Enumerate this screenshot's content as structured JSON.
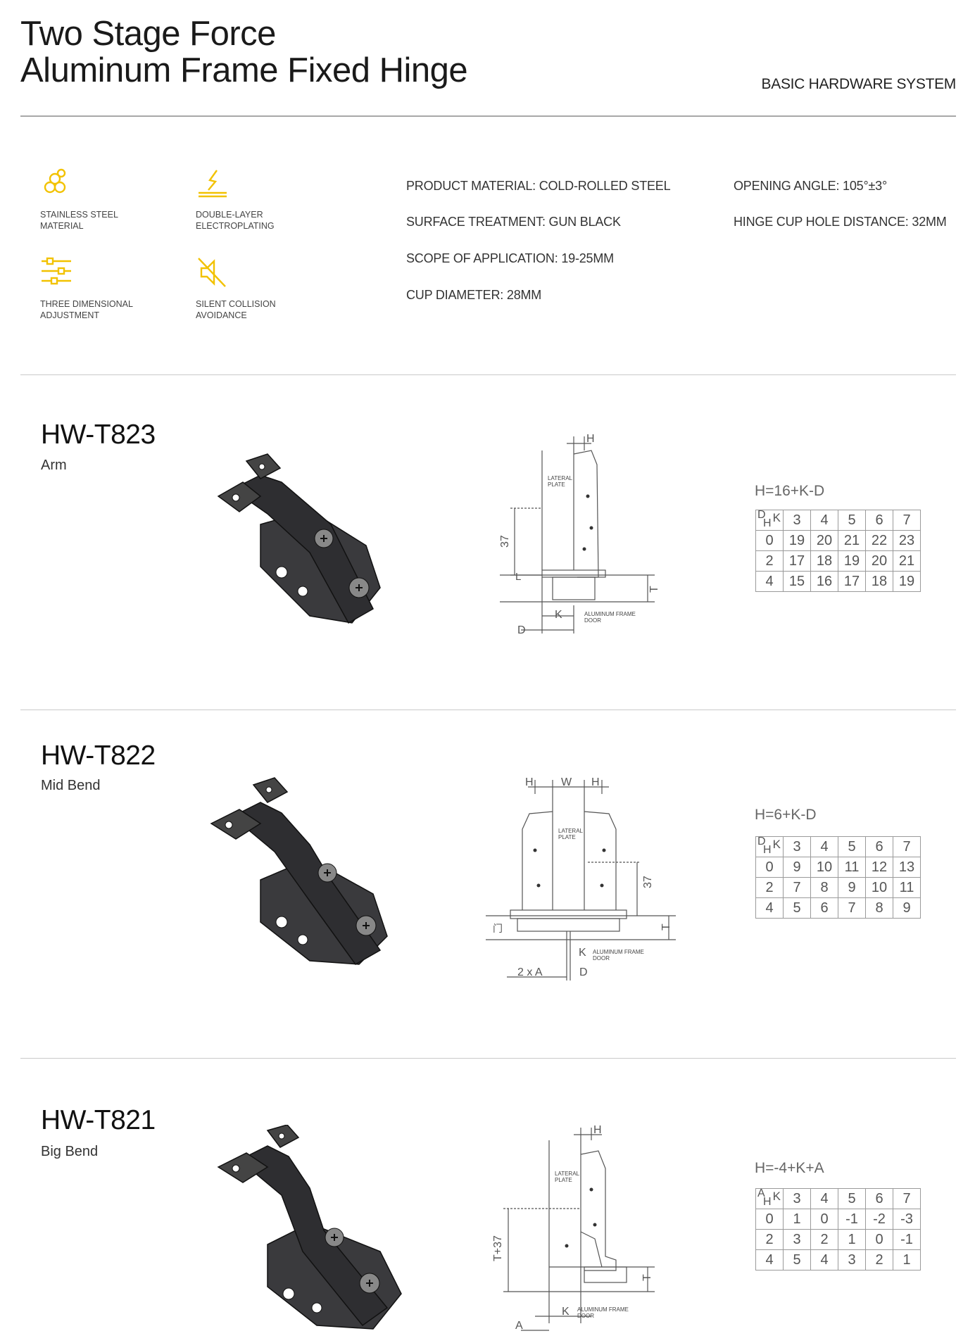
{
  "header": {
    "title_line1": "Two Stage Force",
    "title_line2": "Aluminum Frame Fixed Hinge",
    "brand": "BASIC HARDWARE SYSTEM"
  },
  "features": [
    {
      "label": "STAINLESS STEEL\nMATERIAL",
      "icon": "coin-stack-icon"
    },
    {
      "label": "DOUBLE-LAYER\nELECTROPLATING",
      "icon": "lightning-icon"
    },
    {
      "label": "THREE DIMENSIONAL\nADJUSTMENT",
      "icon": "sliders-icon"
    },
    {
      "label": "SILENT COLLISION\nAVOIDANCE",
      "icon": "mute-icon"
    }
  ],
  "specs_left": [
    "PRODUCT MATERIAL: COLD-ROLLED STEEL",
    "SURFACE TREATMENT: GUN BLACK",
    "SCOPE OF APPLICATION: 19-25MM",
    "CUP DIAMETER: 28MM"
  ],
  "specs_right": [
    "OPENING ANGLE: 105°±3°",
    "HINGE CUP HOLE DISTANCE: 32MM"
  ],
  "colors": {
    "accent": "#f2c200",
    "metal": "#2b2b2e"
  },
  "products": [
    {
      "model": "HW-T823",
      "type": "Arm",
      "formula": "H=16+K-D",
      "table": {
        "corner_top": "D",
        "corner_bottom": "H",
        "corner_right": "K",
        "k": [
          "3",
          "4",
          "5",
          "6",
          "7"
        ],
        "rows": [
          {
            "d": "0",
            "v": [
              "19",
              "20",
              "21",
              "22",
              "23"
            ]
          },
          {
            "d": "2",
            "v": [
              "17",
              "18",
              "19",
              "20",
              "21"
            ]
          },
          {
            "d": "4",
            "v": [
              "15",
              "16",
              "17",
              "18",
              "19"
            ]
          }
        ]
      },
      "drawing": {
        "h": "H",
        "lateral": "LATERAL\nPLATE",
        "dim": "37",
        "l": "L",
        "k": "K",
        "d": "D",
        "t": "T",
        "door": "ALUMINUM FRAME\nDOOR"
      }
    },
    {
      "model": "HW-T822",
      "type": "Mid Bend",
      "formula": "H=6+K-D",
      "table": {
        "corner_top": "D",
        "corner_bottom": "H",
        "corner_right": "K",
        "k": [
          "3",
          "4",
          "5",
          "6",
          "7"
        ],
        "rows": [
          {
            "d": "0",
            "v": [
              "9",
              "10",
              "11",
              "12",
              "13"
            ]
          },
          {
            "d": "2",
            "v": [
              "7",
              "8",
              "9",
              "10",
              "11"
            ]
          },
          {
            "d": "4",
            "v": [
              "5",
              "6",
              "7",
              "8",
              "9"
            ]
          }
        ]
      },
      "drawing": {
        "h1": "H",
        "w": "W",
        "h2": "H",
        "lateral": "LATERAL\nPLATE",
        "dim": "37",
        "k": "K",
        "a": "2 x A",
        "d": "D",
        "t": "T",
        "door": "ALUMINUM FRAME\nDOOR",
        "door_mark": "门"
      }
    },
    {
      "model": "HW-T821",
      "type": "Big Bend",
      "formula": "H=-4+K+A",
      "table": {
        "corner_top": "A",
        "corner_bottom": "H",
        "corner_right": "K",
        "k": [
          "3",
          "4",
          "5",
          "6",
          "7"
        ],
        "rows": [
          {
            "d": "0",
            "v": [
              "1",
              "0",
              "-1",
              "-2",
              "-3"
            ]
          },
          {
            "d": "2",
            "v": [
              "3",
              "2",
              "1",
              "0",
              "-1"
            ]
          },
          {
            "d": "4",
            "v": [
              "5",
              "4",
              "3",
              "2",
              "1"
            ]
          }
        ]
      },
      "drawing": {
        "h": "H",
        "lateral": "LATERAL\nPLATE",
        "dim": "T+37",
        "k": "K",
        "a": "A",
        "t": "T",
        "door": "ALUMINUM FRAME\nDOOR"
      }
    }
  ]
}
